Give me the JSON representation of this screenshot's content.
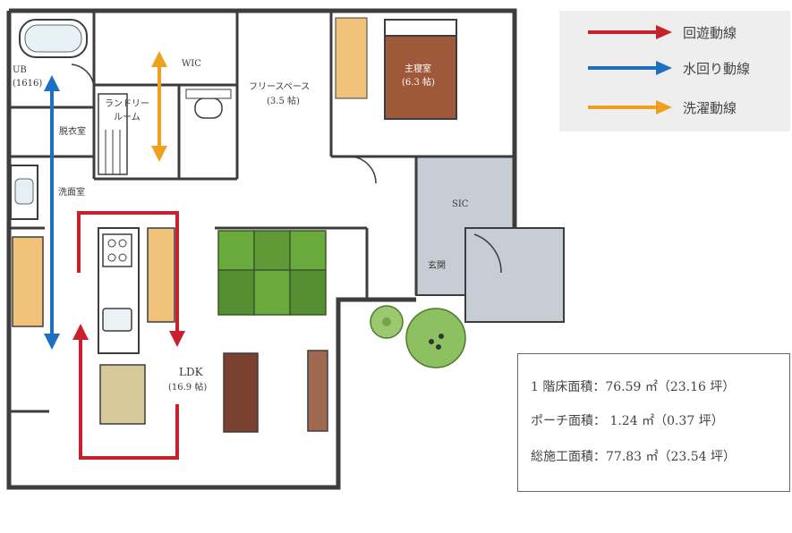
{
  "rooms": {
    "ub": "UB",
    "ub_size": "(1616)",
    "dressing": "脱衣室",
    "washroom": "洗面室",
    "wic": "WIC",
    "laundry_line1": "ランドリー",
    "laundry_line2": "ルーム",
    "free_space": "フリースペース",
    "free_space_size": "(3.5 帖)",
    "master_bedroom": "主寝室",
    "master_bedroom_size": "(6.3 帖)",
    "sic": "SIC",
    "entrance": "玄関",
    "ldk": "LDK",
    "ldk_size": "(16.9 帖)"
  },
  "legend": [
    {
      "label": "回遊動線",
      "color": "#c8202c"
    },
    {
      "label": "水回り動線",
      "color": "#1f6fc0"
    },
    {
      "label": "洗濯動線",
      "color": "#f0a020"
    }
  ],
  "areas": [
    {
      "label": "1 階床面積：76.59 ㎡（23.16 坪）"
    },
    {
      "label": "ポーチ面積：  1.24 ㎡（0.37 坪）"
    },
    {
      "label": "総施工面積：77.83 ㎡（23.54 坪）"
    }
  ],
  "colors": {
    "wall": "#3d3d3d",
    "tatami": "#5f9a37",
    "bedroom_rug": "#a0583a",
    "table_wood": "#7a4030",
    "dining_table": "#d8c89a",
    "sic_floor": "#c7cdd4",
    "cabinet": "#f1c37a",
    "tree": "#8cc060"
  }
}
